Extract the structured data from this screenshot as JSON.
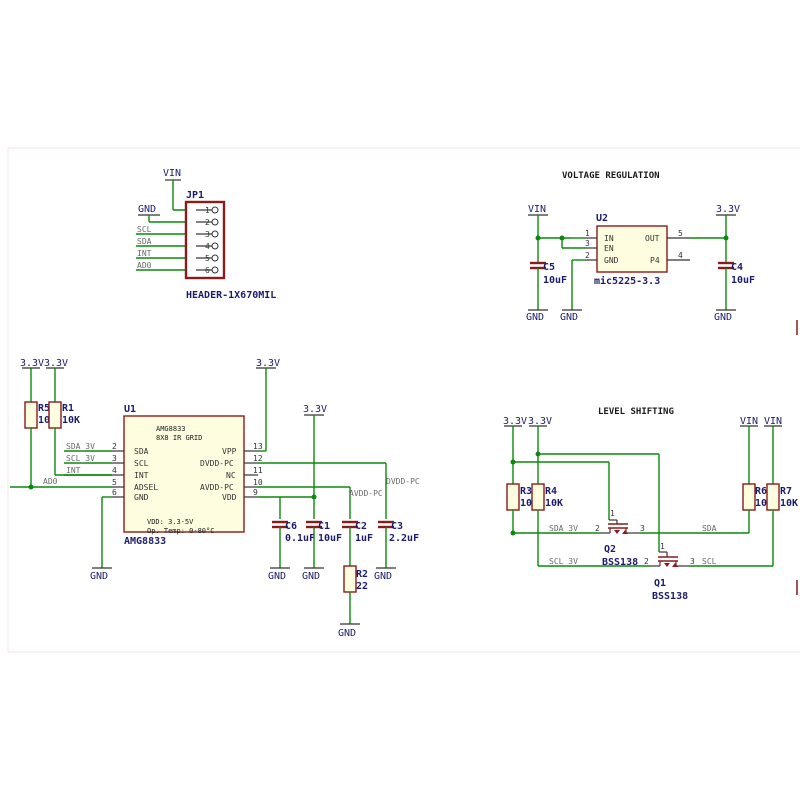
{
  "sections": {
    "voltage_regulation": "VOLTAGE REGULATION",
    "level_shifting": "LEVEL SHIFTING"
  },
  "power": {
    "vin": "VIN",
    "v33": "3.3V",
    "gnd": "GND"
  },
  "jp1": {
    "ref": "JP1",
    "name": "HEADER-1X670MIL",
    "pins": [
      "1",
      "2",
      "3",
      "4",
      "5",
      "6"
    ],
    "nets": [
      "SCL",
      "SDA",
      "INT",
      "AD0"
    ]
  },
  "u1": {
    "ref": "U1",
    "name": "AMG8833",
    "desc1": "AMG8833",
    "desc2": "8X8 IR GRID",
    "vdd_note": "VDD: 3.3-5V",
    "temp_note": "Op. Temp: 0-80°C",
    "left_pins": [
      {
        "num": "2",
        "name": "SDA"
      },
      {
        "num": "3",
        "name": "SCL"
      },
      {
        "num": "4",
        "name": "INT"
      },
      {
        "num": "5",
        "name": "ADSEL"
      },
      {
        "num": "6",
        "name": "GND"
      }
    ],
    "right_pins": [
      {
        "num": "13",
        "name": "VPP"
      },
      {
        "num": "12",
        "name": "DVDD-PC"
      },
      {
        "num": "11",
        "name": "NC"
      },
      {
        "num": "10",
        "name": "AVDD-PC"
      },
      {
        "num": "9",
        "name": "VDD"
      }
    ],
    "nets_left": [
      "SDA_3V",
      "SCL_3V",
      "INT",
      "AD0"
    ],
    "nets_right": [
      "DVDD-PC",
      "AVDD-PC"
    ]
  },
  "u2": {
    "ref": "U2",
    "name": "mic5225-3.3",
    "pins_left": [
      {
        "num": "1",
        "name": "IN"
      },
      {
        "num": "3",
        "name": "EN"
      },
      {
        "num": "2",
        "name": "GND"
      }
    ],
    "pins_right": [
      {
        "num": "5",
        "name": "OUT"
      },
      {
        "num": "4",
        "name": "P4"
      }
    ]
  },
  "caps": [
    {
      "ref": "C5",
      "value": "10uF"
    },
    {
      "ref": "C4",
      "value": "10uF"
    },
    {
      "ref": "C6",
      "value": "0.1uF"
    },
    {
      "ref": "C1",
      "value": "10uF"
    },
    {
      "ref": "C2",
      "value": "1uF"
    },
    {
      "ref": "C3",
      "value": "2.2uF"
    }
  ],
  "resistors": [
    {
      "ref": "R5",
      "value": "10K"
    },
    {
      "ref": "R1",
      "value": "10K"
    },
    {
      "ref": "R2",
      "value": "22"
    },
    {
      "ref": "R3",
      "value": "10K"
    },
    {
      "ref": "R4",
      "value": "10K"
    },
    {
      "ref": "R6",
      "value": "10K"
    },
    {
      "ref": "R7",
      "value": "10K"
    }
  ],
  "mosfets": [
    {
      "ref": "Q2",
      "value": "BSS138",
      "pins": [
        "2",
        "3",
        "1"
      ]
    },
    {
      "ref": "Q1",
      "value": "BSS138",
      "pins": [
        "2",
        "3",
        "1"
      ]
    }
  ],
  "level_nets": [
    "SDA_3V",
    "SDA",
    "SCL_3V",
    "SCL"
  ]
}
